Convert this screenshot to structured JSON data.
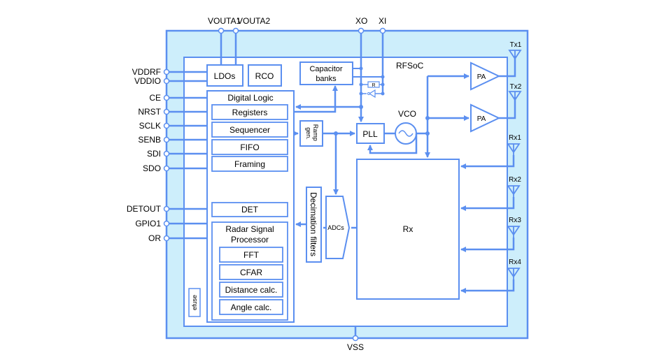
{
  "chip": {
    "title": "RFSoC",
    "bottom_pin": "VSS",
    "top_pins": [
      "VOUTA1",
      "VOUTA2",
      "XO",
      "XI"
    ],
    "left_pins": [
      "VDDRF",
      "VDDIO",
      "CE",
      "NRST",
      "SCLK",
      "SENB",
      "SDI",
      "SDO",
      "DETOUT",
      "GPIO1",
      "OR"
    ]
  },
  "blocks": {
    "ldos": "LDOs",
    "rco": "RCO",
    "capacitor_banks_line1": "Capacitor",
    "capacitor_banks_line2": "banks",
    "resistor": "R",
    "digital_logic": "Digital Logic",
    "registers": "Registers",
    "sequencer": "Sequencer",
    "fifo": "FIFO",
    "framing": "Framing",
    "det": "DET",
    "rsp_line1": "Radar Signal",
    "rsp_line2": "Processor",
    "fft": "FFT",
    "cfar": "CFAR",
    "distance_calc": "Distance calc.",
    "angle_calc": "Angle calc.",
    "efuse": "efuse",
    "ramp_gen_line1": "Ramp",
    "ramp_gen_line2": "gen.",
    "decimation_filters": "Decimation filters",
    "adcs": "ADCs",
    "pll": "PLL",
    "vco": "VCO",
    "pa1": "PA",
    "pa2": "PA",
    "rx": "Rx"
  },
  "antennas": {
    "tx1": "Tx1",
    "tx2": "Tx2",
    "rx1": "Rx1",
    "rx2": "Rx2",
    "rx3": "Rx3",
    "rx4": "Rx4"
  },
  "colors": {
    "outer_fill": "#cdeefb",
    "line": "#5b8ff0",
    "inner_fill": "#ffffff"
  }
}
